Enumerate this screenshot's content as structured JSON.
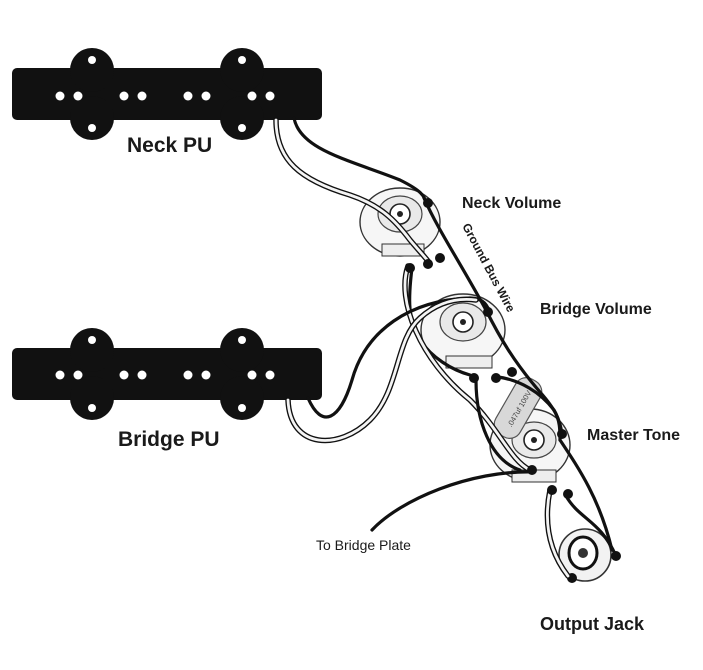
{
  "labels": {
    "neck_pu": "Neck PU",
    "bridge_pu": "Bridge PU",
    "neck_volume": "Neck Volume",
    "bridge_volume": "Bridge Volume",
    "master_tone": "Master Tone",
    "ground_bus_wire": "Ground Bus Wire",
    "to_bridge_plate": "To Bridge Plate",
    "output_jack": "Output Jack",
    "capacitor_text": ".047uf 100V"
  },
  "colors": {
    "wire_black": "#111111",
    "wire_white": "#f4f4f4",
    "pickup": "#111111",
    "capacitor": "#d8d8d8"
  }
}
